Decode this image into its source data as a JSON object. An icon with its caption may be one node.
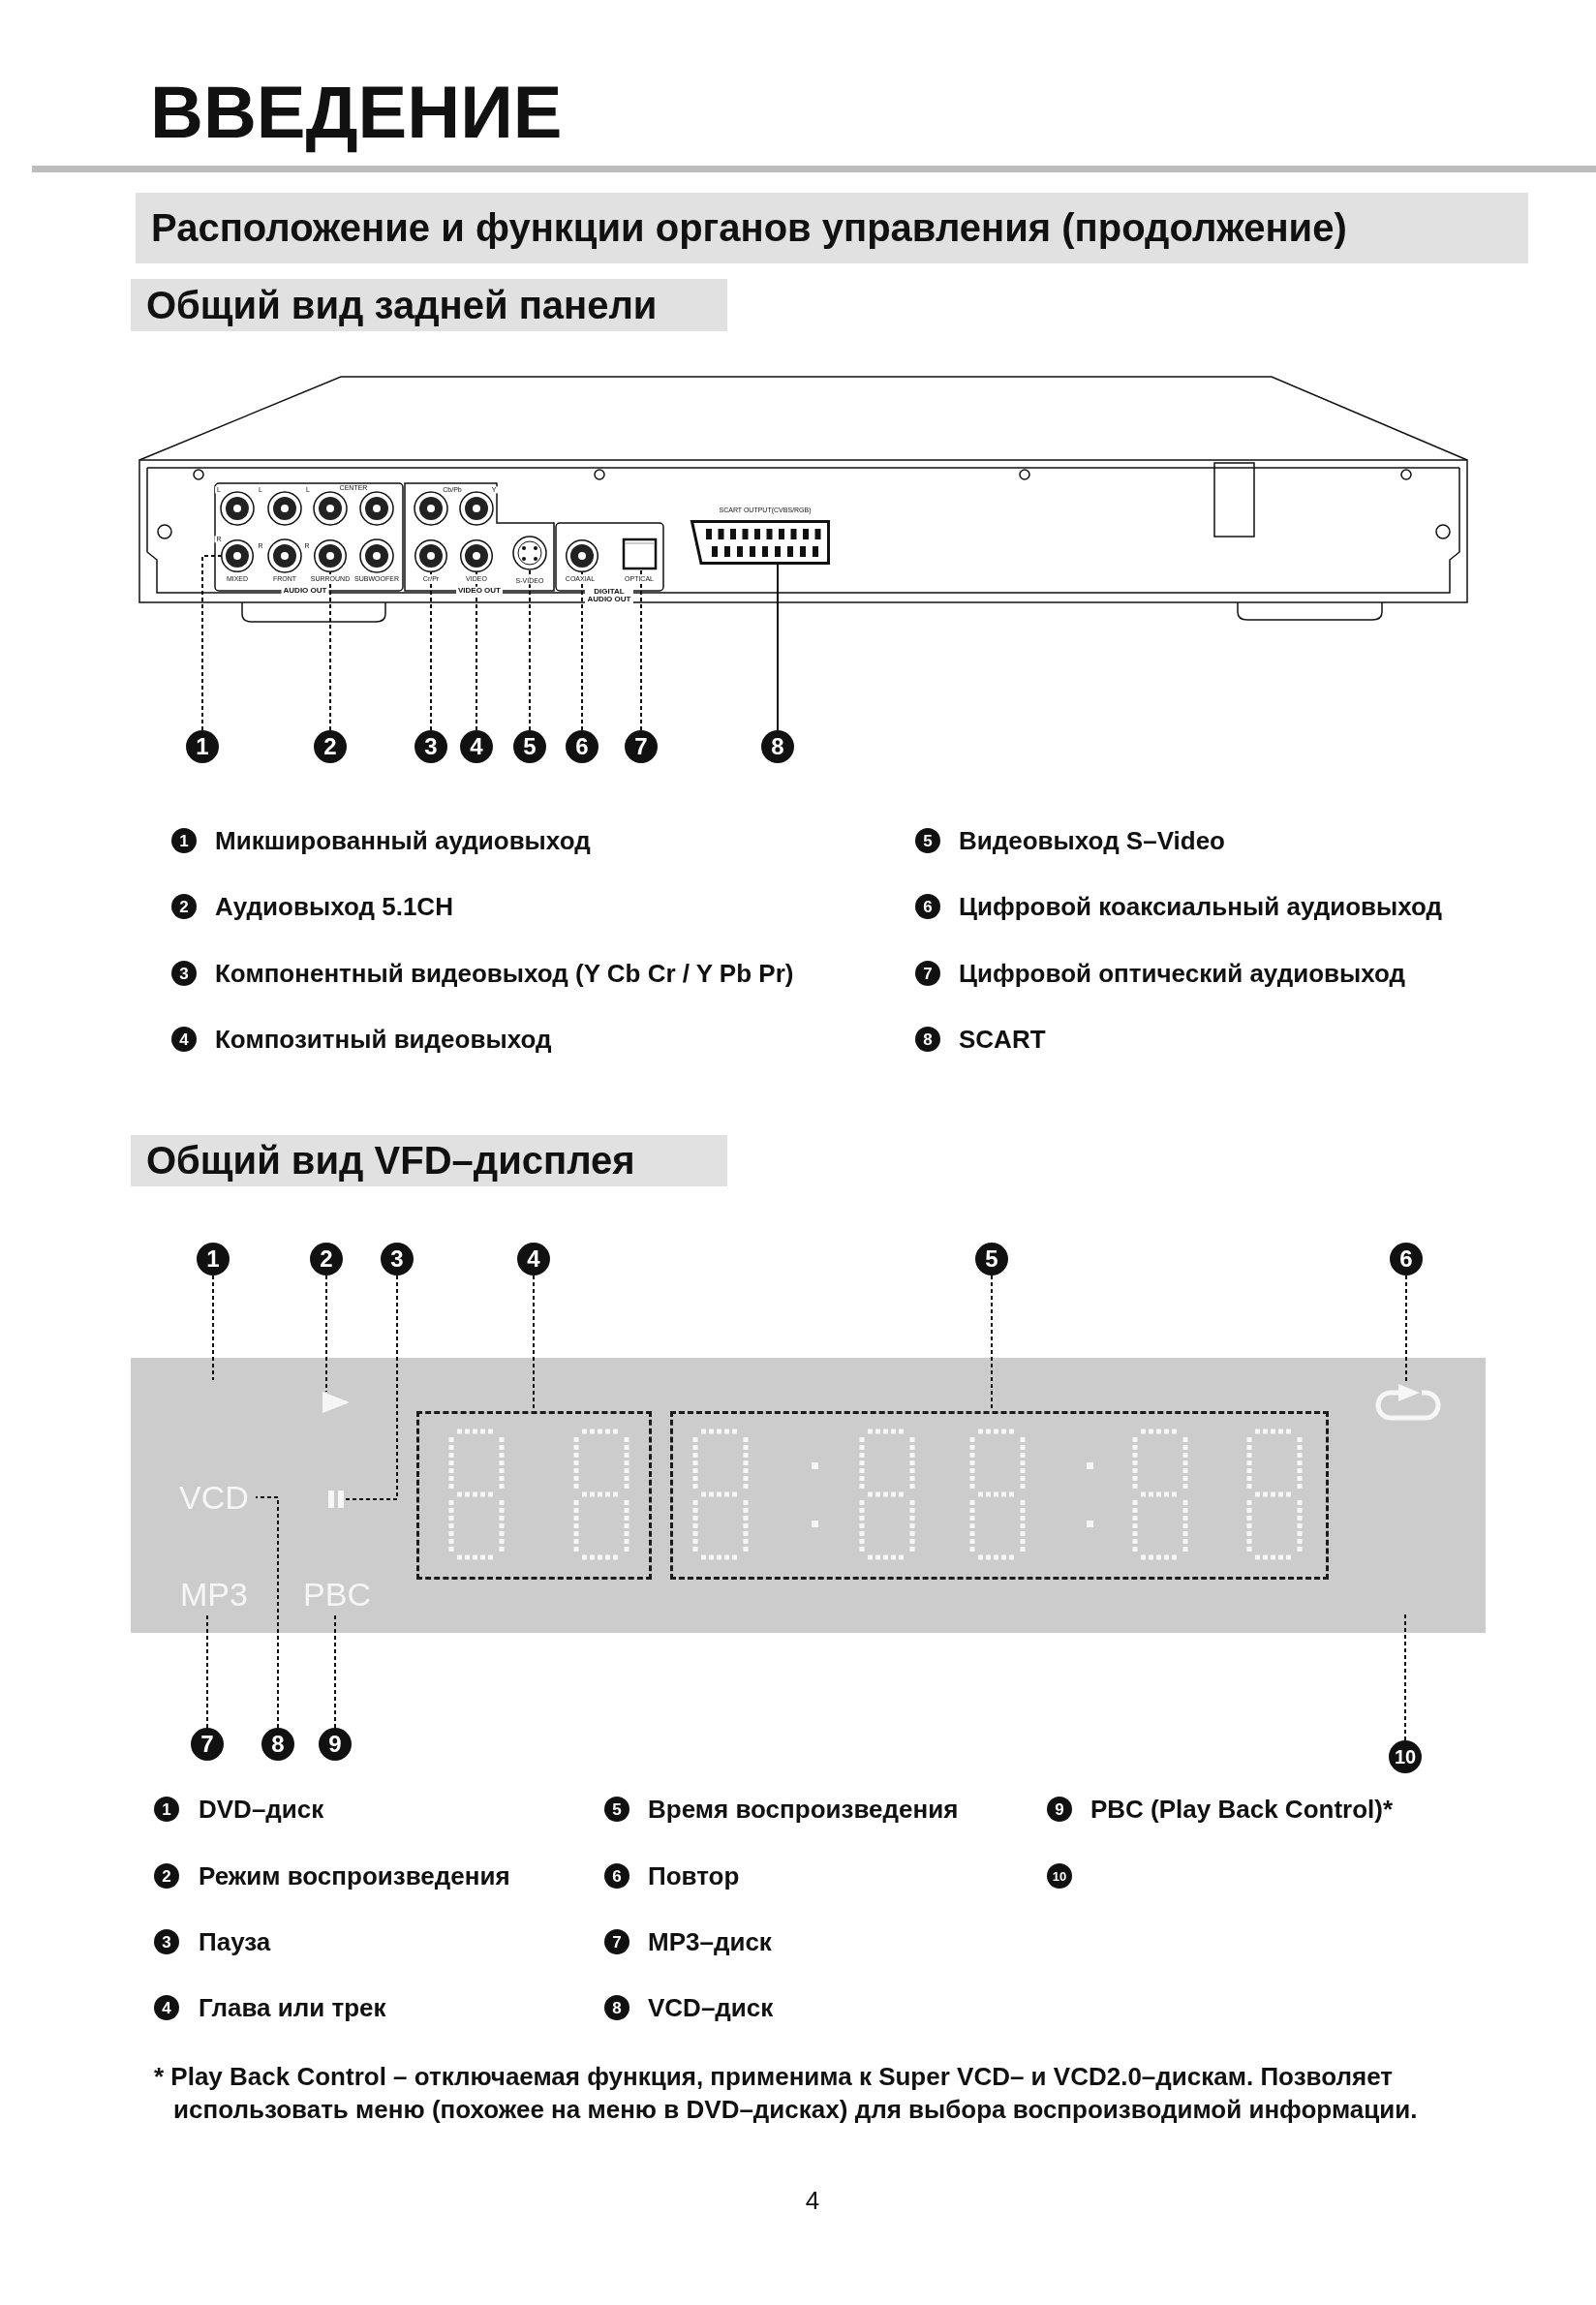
{
  "diagram": {
    "title": "ВВЕДЕНИЕ",
    "nodes": [
      {
        "text": [
          "Расположение и функции органов управления (продолжение)"
        ]
      },
      {
        "text": [
          "Общий вид задней панели"
        ]
      },
      {
        "text": [
          "1"
        ]
      },
      {
        "text": [
          "2"
        ]
      },
      {
        "text": [
          "3"
        ]
      },
      {
        "text": [
          "4"
        ]
      },
      {
        "text": [
          "5"
        ]
      },
      {
        "text": [
          "6"
        ]
      },
      {
        "text": [
          "7"
        ]
      },
      {
        "text": [
          "8"
        ]
      },
      {
        "text": [
          "Общий вид VFD–дисплея"
        ]
      },
      {
        "text": [
          "1"
        ]
      },
      {
        "text": [
          "2"
        ]
      },
      {
        "text": [
          "3"
        ]
      },
      {
        "text": [
          "4"
        ]
      },
      {
        "text": [
          "5"
        ]
      },
      {
        "text": [
          "6"
        ]
      },
      {
        "text": [],
        "shape": "box"
      },
      {
        "text": [],
        "shape": "triangle",
        "in": 17
      },
      {
        "text": [],
        "shape": "loop",
        "in": 17
      },
      {
        "text": [
          "VCD"
        ],
        "in": 17
      },
      {
        "text": [],
        "shape": "bar",
        "in": 17
      },
      {
        "text": [],
        "shape": "box",
        "in": 17
      },
      {
        "text": [],
        "shape": "box",
        "in": 17
      },
      {
        "text": [
          "MP3"
        ],
        "in": 17
      },
      {
        "text": [
          "PBC"
        ],
        "in": 17
      },
      {
        "text": [
          "7"
        ]
      },
      {
        "text": [
          "8"
        ]
      },
      {
        "text": [
          "9"
        ]
      },
      {
        "text": [
          "10"
        ]
      },
      {
        "text": [],
        "shape": "circle"
      },
      {
        "text": [],
        "shape": "circle"
      },
      {
        "text": [],
        "shape": "circle"
      },
      {
        "text": [],
        "shape": "circle"
      },
      {
        "text": [],
        "shape": "circle"
      },
      {
        "text": [],
        "shape": "circle"
      },
      {
        "text": [],
        "shape": "box"
      },
      {
        "text": [],
        "shape": "trapezoid"
      }
    ],
    "edges": [
      {
        "from": 2,
        "to": 30,
        "arrow": "none",
        "style": "dashed"
      },
      {
        "from": 3,
        "to": 31,
        "arrow": "none",
        "style": "dashed"
      },
      {
        "from": 4,
        "to": 32,
        "arrow": "none",
        "style": "dashed"
      },
      {
        "from": 5,
        "to": 33,
        "arrow": "none",
        "style": "dashed"
      },
      {
        "from": 6,
        "to": 34,
        "arrow": "none",
        "style": "dashed"
      },
      {
        "from": 7,
        "to": 35,
        "arrow": "none",
        "style": "dashed"
      },
      {
        "from": 8,
        "to": 36,
        "arrow": "none",
        "style": "dashed"
      },
      {
        "from": 9,
        "to": 37,
        "arrow": "none"
      },
      {
        "from": 11,
        "to": 17,
        "arrow": "none",
        "style": "dashed"
      },
      {
        "from": 12,
        "to": 18,
        "arrow": "none",
        "style": "dashed"
      },
      {
        "from": 13,
        "to": 21,
        "arrow": "none",
        "style": "dashed"
      },
      {
        "from": 14,
        "to": 22,
        "arrow": "none",
        "style": "dashed"
      },
      {
        "from": 15,
        "to": 23,
        "arrow": "none",
        "style": "dashed"
      },
      {
        "from": 16,
        "to": 19,
        "arrow": "none",
        "style": "dashed"
      },
      {
        "from": 26,
        "to": 24,
        "arrow": "none",
        "style": "dashed"
      },
      {
        "from": 27,
        "to": 20,
        "arrow": "none",
        "style": "dashed"
      },
      {
        "from": 28,
        "to": 25,
        "arrow": "none",
        "style": "dashed"
      },
      {
        "from": 29,
        "to": 17,
        "arrow": "none",
        "style": "dashed"
      }
    ],
    "labels": [
      "L",
      "L",
      "L",
      "CENTER",
      "Cb/Pb",
      "Y",
      "SCART OUTPUT(CVBS/RGB)",
      "R",
      "R",
      "R",
      "MIXED",
      "FRONT",
      "SURROUND",
      "SUBWOOFER",
      "Cr/Pr",
      "VIDEO",
      "S-VIDEO",
      "COAXIAL",
      "OPTICAL",
      "DIGITAL AUDIO OUT",
      "AUDIO OUT",
      "VIDEO OUT",
      "1",
      "Микшированный аудиовыход",
      "5",
      "Видеовыход S–Video",
      "2",
      "Аудиовыход 5.1CH",
      "6",
      "Цифровой коаксиальный аудиовыход",
      "3",
      "Компонентный видеовыход (Y Cb Cr / Y Pb Pr)",
      "7",
      "Цифровой оптический аудиовыход",
      "4",
      "Композитный видеовыход",
      "8",
      "SCART",
      "1",
      "DVD–диск",
      "5",
      "Время воспроизведения",
      "9",
      "PBC (Play Back Control)*",
      "2",
      "Режим воспроизведения",
      "6",
      "Повтор",
      "10",
      "3",
      "Пауза",
      "7",
      "MP3–диск",
      "4",
      "Глава или трек",
      "8",
      "VCD–диск",
      "* Play Back Control – отключаемая функция, применима к Super VCD– и VCD2.0–дискам. Позволяет использовать меню (похожее на меню в DVD–дисках) для выбора воспроизводимой информации.",
      "4"
    ]
  }
}
